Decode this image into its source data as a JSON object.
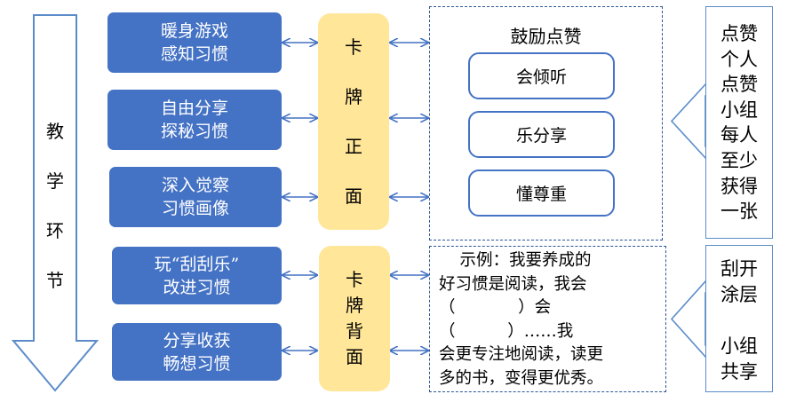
{
  "flow": {
    "label": [
      "教",
      "学",
      "环",
      "节"
    ]
  },
  "steps": [
    {
      "line1": "暖身游戏",
      "line2": "感知习惯"
    },
    {
      "line1": "自由分享",
      "line2": "探秘习惯"
    },
    {
      "line1": "深入觉察",
      "line2": "习惯画像"
    },
    {
      "line1": "玩“刮刮乐”",
      "line2": "改进习惯"
    },
    {
      "line1": "分享收获",
      "line2": "畅想习惯"
    }
  ],
  "card_front": {
    "chars": [
      "卡",
      "牌",
      "正",
      "面"
    ]
  },
  "card_back": {
    "chars": [
      "卡",
      "牌",
      "背",
      "面"
    ]
  },
  "praise": {
    "title": "鼓励点赞",
    "items": [
      "会倾听",
      "乐分享",
      "懂尊重"
    ]
  },
  "example": {
    "lines": [
      "    示例：我要养成的",
      "好习惯是阅读，我会",
      "（            ）会",
      "（          ）……我",
      "会更专注地阅读，读更",
      "多的书，变得更优秀。"
    ]
  },
  "note_top": {
    "lines": [
      "点赞",
      "个人",
      "点赞",
      "小组",
      "每人",
      "至少",
      "获得",
      "一张"
    ]
  },
  "note_bottom": {
    "line1": "刮开",
    "line2": "涂层",
    "line3": "小组",
    "line4": "共享"
  },
  "colors": {
    "step_blue": "#4472C4",
    "card_yellow": "#FFE699",
    "line_blue": "#4472C4"
  }
}
